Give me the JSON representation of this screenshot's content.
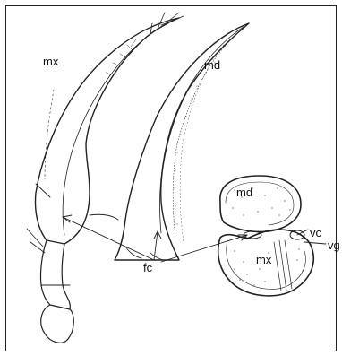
{
  "labels": {
    "mx_left": "mx",
    "md_right": "md",
    "md_cross": "md",
    "vc": "vc",
    "vg": "vg",
    "mx_cross": "mx",
    "fc": "fc"
  },
  "colors": {
    "ink": "#222222",
    "background": "#ffffff"
  }
}
